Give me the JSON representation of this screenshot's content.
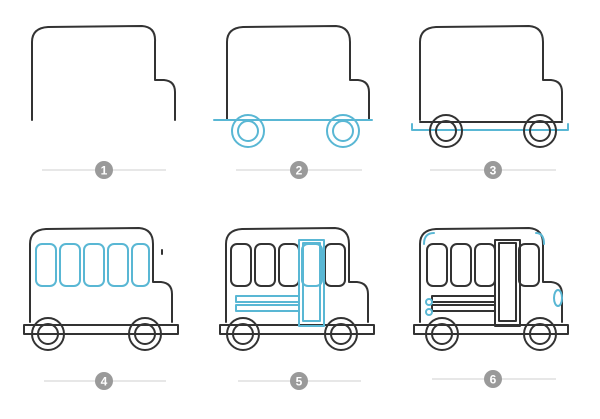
{
  "steps": [
    {
      "number": "1"
    },
    {
      "number": "2"
    },
    {
      "number": "3"
    },
    {
      "number": "4"
    },
    {
      "number": "5"
    },
    {
      "number": "6"
    }
  ],
  "colors": {
    "line": "#333333",
    "highlight": "#59b7d4",
    "badge": "#9a9a9a",
    "divider": "#cfcfcf"
  }
}
